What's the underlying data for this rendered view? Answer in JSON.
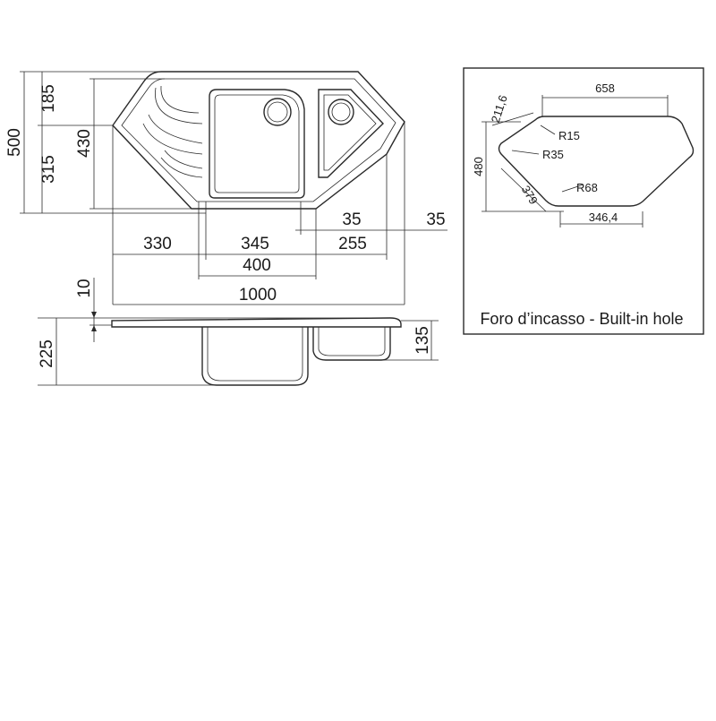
{
  "main_view": {
    "dims": {
      "d185": "185",
      "d500": "500",
      "d315": "315",
      "d430": "430",
      "d35_a": "35",
      "d35_b": "35",
      "d330": "330",
      "d345": "345",
      "d255": "255",
      "d400": "400",
      "d1000": "1000",
      "d10": "10",
      "d225": "225",
      "d135": "135"
    }
  },
  "inset": {
    "caption": "Foro d’incasso - Built-in hole",
    "dims": {
      "d658": "658",
      "d2116": "211,6",
      "r15": "R15",
      "r35": "R35",
      "d480": "480",
      "d379": "379",
      "r68": "R68",
      "d3464": "346,4"
    }
  }
}
